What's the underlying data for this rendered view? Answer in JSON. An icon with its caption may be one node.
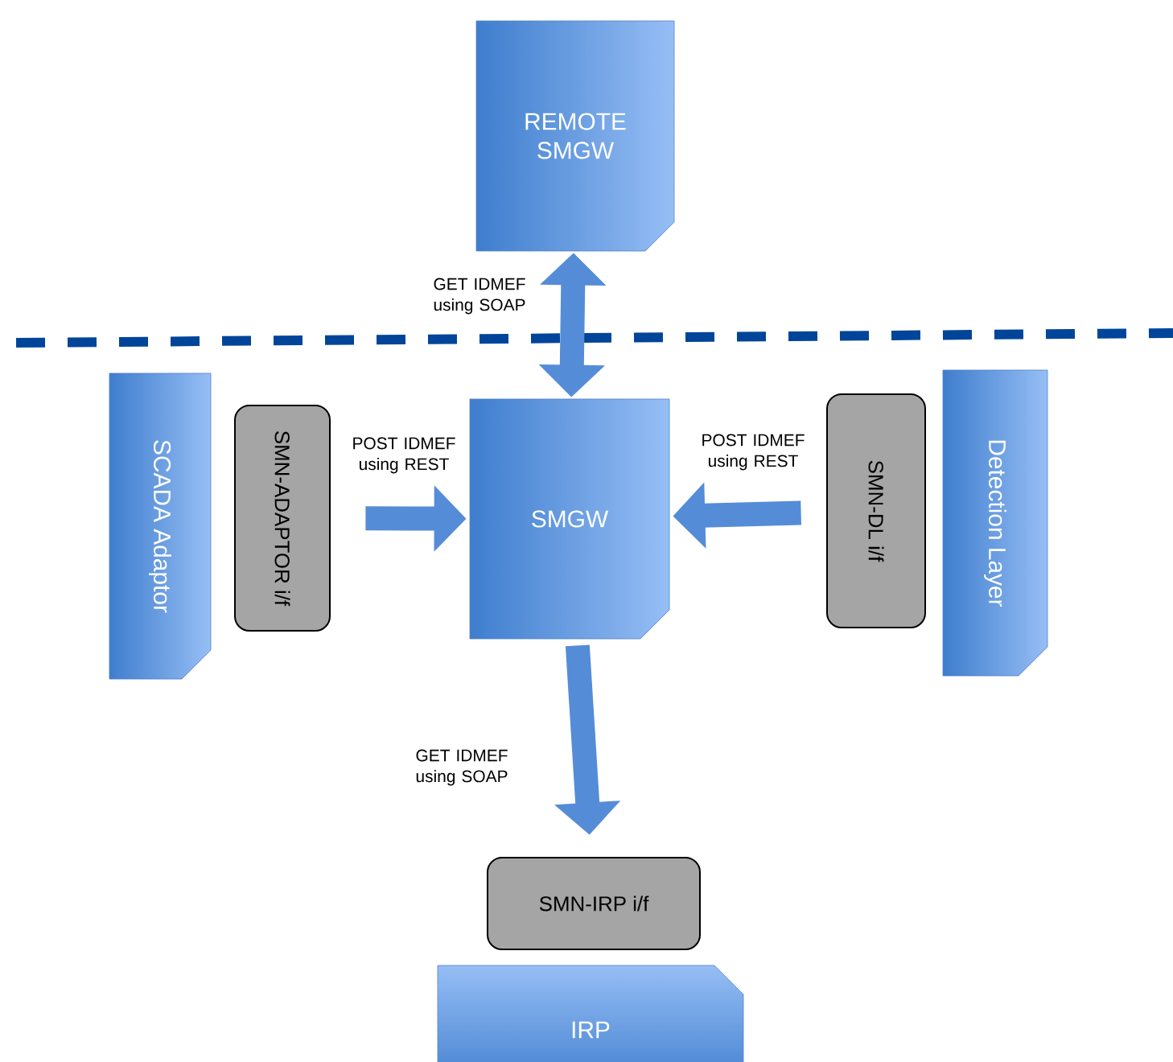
{
  "diagram": {
    "nodes": [
      {
        "text": [
          "REMOTE SMGW"
        ]
      },
      {
        "text": [
          "SCADA Adaptor"
        ]
      },
      {
        "text": [
          "SMN-ADAPTOR i/f"
        ]
      },
      {
        "text": [
          "SMGW"
        ]
      },
      {
        "text": [
          "SMN-DL i/f"
        ]
      },
      {
        "text": [
          "Detection Layer"
        ]
      },
      {
        "text": [
          "SMN-IRP i/f"
        ]
      },
      {
        "text": [
          "IRP"
        ]
      }
    ],
    "edges": [
      {
        "from": 0,
        "to": 3,
        "arrow": "both",
        "label": "GET IDMEF using SOAP"
      },
      {
        "from": 2,
        "to": 3,
        "arrow": "to",
        "label": "POST IDMEF using REST"
      },
      {
        "from": 4,
        "to": 3,
        "arrow": "to",
        "label": "POST IDMEF using REST"
      },
      {
        "from": 3,
        "to": 6,
        "arrow": "to",
        "label": "GET IDMEF using SOAP"
      }
    ]
  }
}
